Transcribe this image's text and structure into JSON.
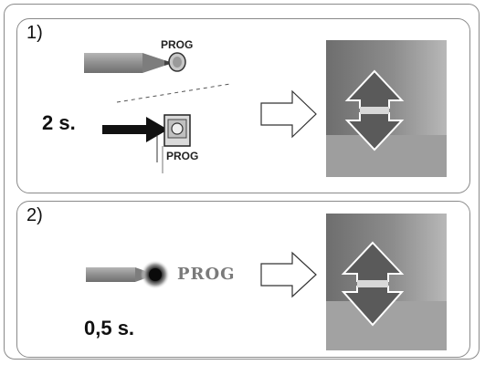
{
  "step1": {
    "number": "1)",
    "button_label_top": "PROG",
    "button_label_bottom": "PROG",
    "duration": "2 s."
  },
  "step2": {
    "number": "2)",
    "button_label": "PROG",
    "duration": "0,5 s."
  },
  "icons": [
    "pen-tip-icon",
    "prog-button-icon",
    "press-arrow-icon",
    "outline-arrow-icon",
    "up-down-arrows-icon",
    "glowing-button-icon"
  ]
}
